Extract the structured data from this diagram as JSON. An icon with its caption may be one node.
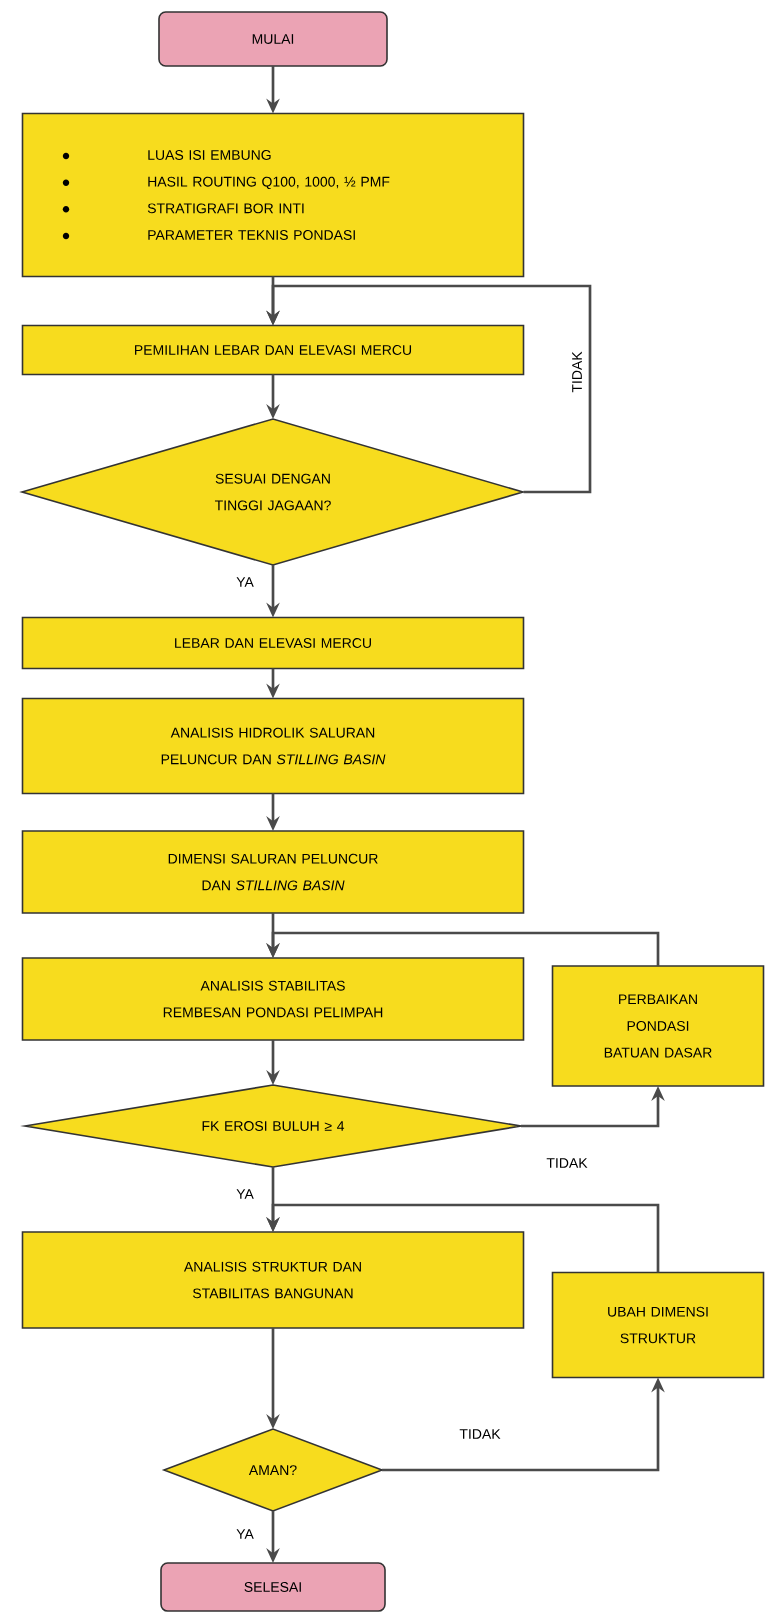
{
  "diagram": {
    "nodes": [
      {
        "text": [
          "MULAI"
        ]
      },
      {
        "text": [
          "LUAS ISI EMBUNG",
          "HASIL ROUTING Q100, 1000, ½ PMF",
          "STRATIGRAFI BOR INTI",
          "PARAMETER TEKNIS PONDASI"
        ]
      },
      {
        "text": [
          "PEMILIHAN LEBAR DAN ELEVASI MERCU"
        ]
      },
      {
        "text": [
          "SESUAI DENGAN TINGGI JAGAAN?"
        ]
      },
      {
        "text": [
          "LEBAR DAN ELEVASI MERCU"
        ]
      },
      {
        "text": [
          "ANALISIS HIDROLIK SALURAN PELUNCUR DAN *STILLING BASIN*"
        ]
      },
      {
        "text": [
          "DIMENSI SALURAN PELUNCUR DAN *STILLING BASIN*"
        ]
      },
      {
        "text": [
          "ANALISIS STABILITAS REMBESAN PONDASI PELIMPAH"
        ]
      },
      {
        "text": [
          "PERBAIKAN PONDASI BATUAN DASAR"
        ]
      },
      {
        "text": [
          "FK EROSI BULUH ≥ 4"
        ]
      },
      {
        "text": [
          "ANALISIS STRUKTUR DAN STABILITAS BANGUNAN"
        ]
      },
      {
        "text": [
          "UBAH DIMENSI STRUKTUR"
        ]
      },
      {
        "text": [
          "AMAN?"
        ]
      },
      {
        "text": [
          "SELESAI"
        ]
      }
    ],
    "edges": [
      {
        "from": 0,
        "to": 1,
        "arrow": "to"
      },
      {
        "from": 1,
        "to": 2,
        "arrow": "to"
      },
      {
        "from": 2,
        "to": 3,
        "arrow": "to"
      },
      {
        "from": 3,
        "to": 2,
        "arrow": "to",
        "label": "TIDAK"
      },
      {
        "from": 3,
        "to": 4,
        "arrow": "to",
        "label": "YA"
      },
      {
        "from": 4,
        "to": 5,
        "arrow": "to"
      },
      {
        "from": 5,
        "to": 6,
        "arrow": "to"
      },
      {
        "from": 6,
        "to": 7,
        "arrow": "to"
      },
      {
        "from": 7,
        "to": 9,
        "arrow": "to"
      },
      {
        "from": 9,
        "to": 8,
        "arrow": "to",
        "label": "TIDAK"
      },
      {
        "from": 8,
        "to": 7,
        "arrow": "to"
      },
      {
        "from": 9,
        "to": 10,
        "arrow": "to",
        "label": "YA"
      },
      {
        "from": 10,
        "to": 12,
        "arrow": "to"
      },
      {
        "from": 12,
        "to": 11,
        "arrow": "to",
        "label": "TIDAK"
      },
      {
        "from": 11,
        "to": 10,
        "arrow": "to"
      },
      {
        "from": 12,
        "to": 13,
        "arrow": "to",
        "label": "YA"
      }
    ]
  }
}
